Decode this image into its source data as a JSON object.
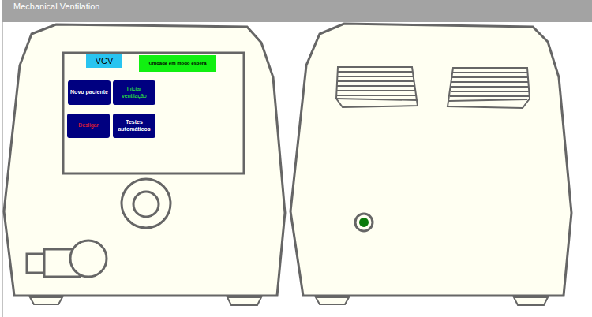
{
  "diagram": {
    "title": "Mechanical Ventilation",
    "nodes": [
      {
        "text": [
          "VCV"
        ]
      },
      {
        "text": [
          "Unidade em modo espera"
        ]
      },
      {
        "text": [
          "Novo paciente"
        ]
      },
      {
        "text": [
          "Iniciar ventilação"
        ]
      },
      {
        "text": [
          "Desligar"
        ]
      },
      {
        "text": [
          "Testes automáticos"
        ]
      }
    ]
  }
}
